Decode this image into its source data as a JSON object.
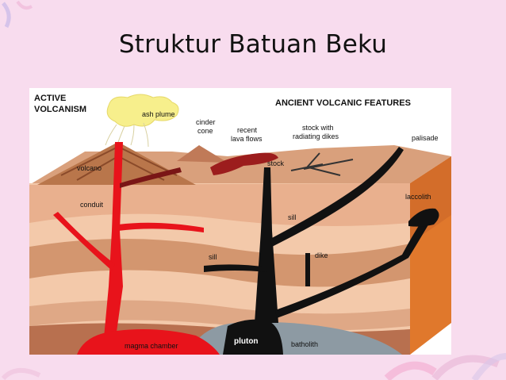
{
  "slide": {
    "title": "Struktur Batuan Beku"
  },
  "diagram": {
    "active_volcanism": [
      "ACTIVE",
      "VOLCANISM"
    ],
    "ancient_features": "ANCIENT VOLCANIC FEATURES",
    "labels": {
      "ash_plume": "ash plume",
      "cinder_cone": [
        "cinder",
        "cone"
      ],
      "recent_lava_flows": [
        "recent",
        "lava flows"
      ],
      "stock_with_dikes": [
        "stock with",
        "radiating dikes"
      ],
      "palisade": "palisade",
      "volcano": "volcano",
      "stock": "stock",
      "conduit": "conduit",
      "laccolith": "laccolith",
      "sill_upper": "sill",
      "sill_lower": "sill",
      "dike": "dike",
      "magma_chamber": "magma chamber",
      "pluton": "pluton",
      "batholith": "batholith"
    },
    "colors": {
      "active_magma": "#e8131b",
      "ancient_intrusion": "#111111",
      "ash": "#f7ef8c",
      "lava": "#9c1d1d",
      "rock_light": "#f3c9aa",
      "rock_mid": "#d69a7a",
      "rock_dark": "#b8704f",
      "orange_side": "#e0782c",
      "basement": "#8d9aa3"
    }
  }
}
